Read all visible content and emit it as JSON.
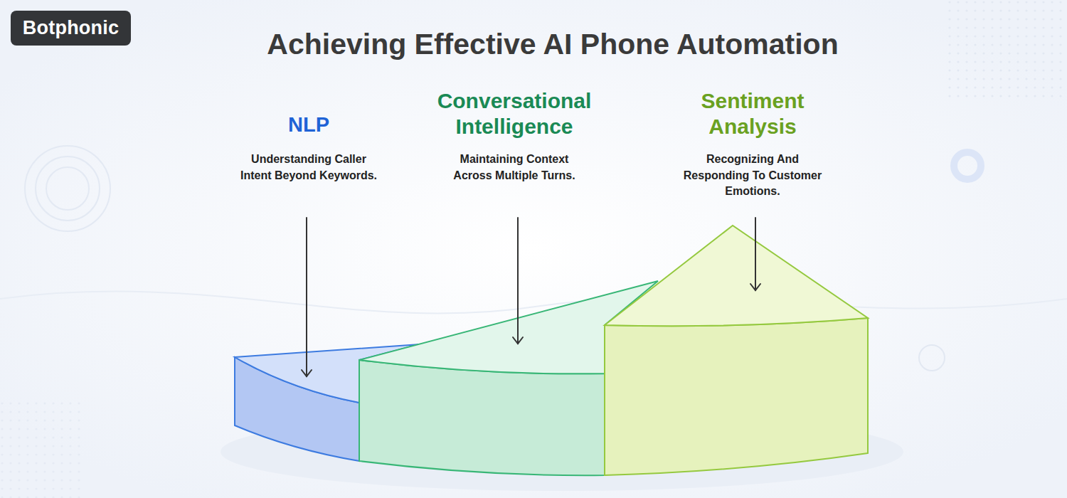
{
  "diagram": {
    "title": "Achieving Effective AI Phone Automation",
    "nodes": [
      {
        "text": [
          "Botphonic"
        ]
      }
    ],
    "labels": [
      "NLP",
      "Understanding Caller Intent Beyond Keywords.",
      "Conversational Intelligence",
      "Maintaining Context Across Multiple Turns.",
      "Sentiment Analysis",
      "Recognizing And Responding To Customer Emotions."
    ]
  }
}
